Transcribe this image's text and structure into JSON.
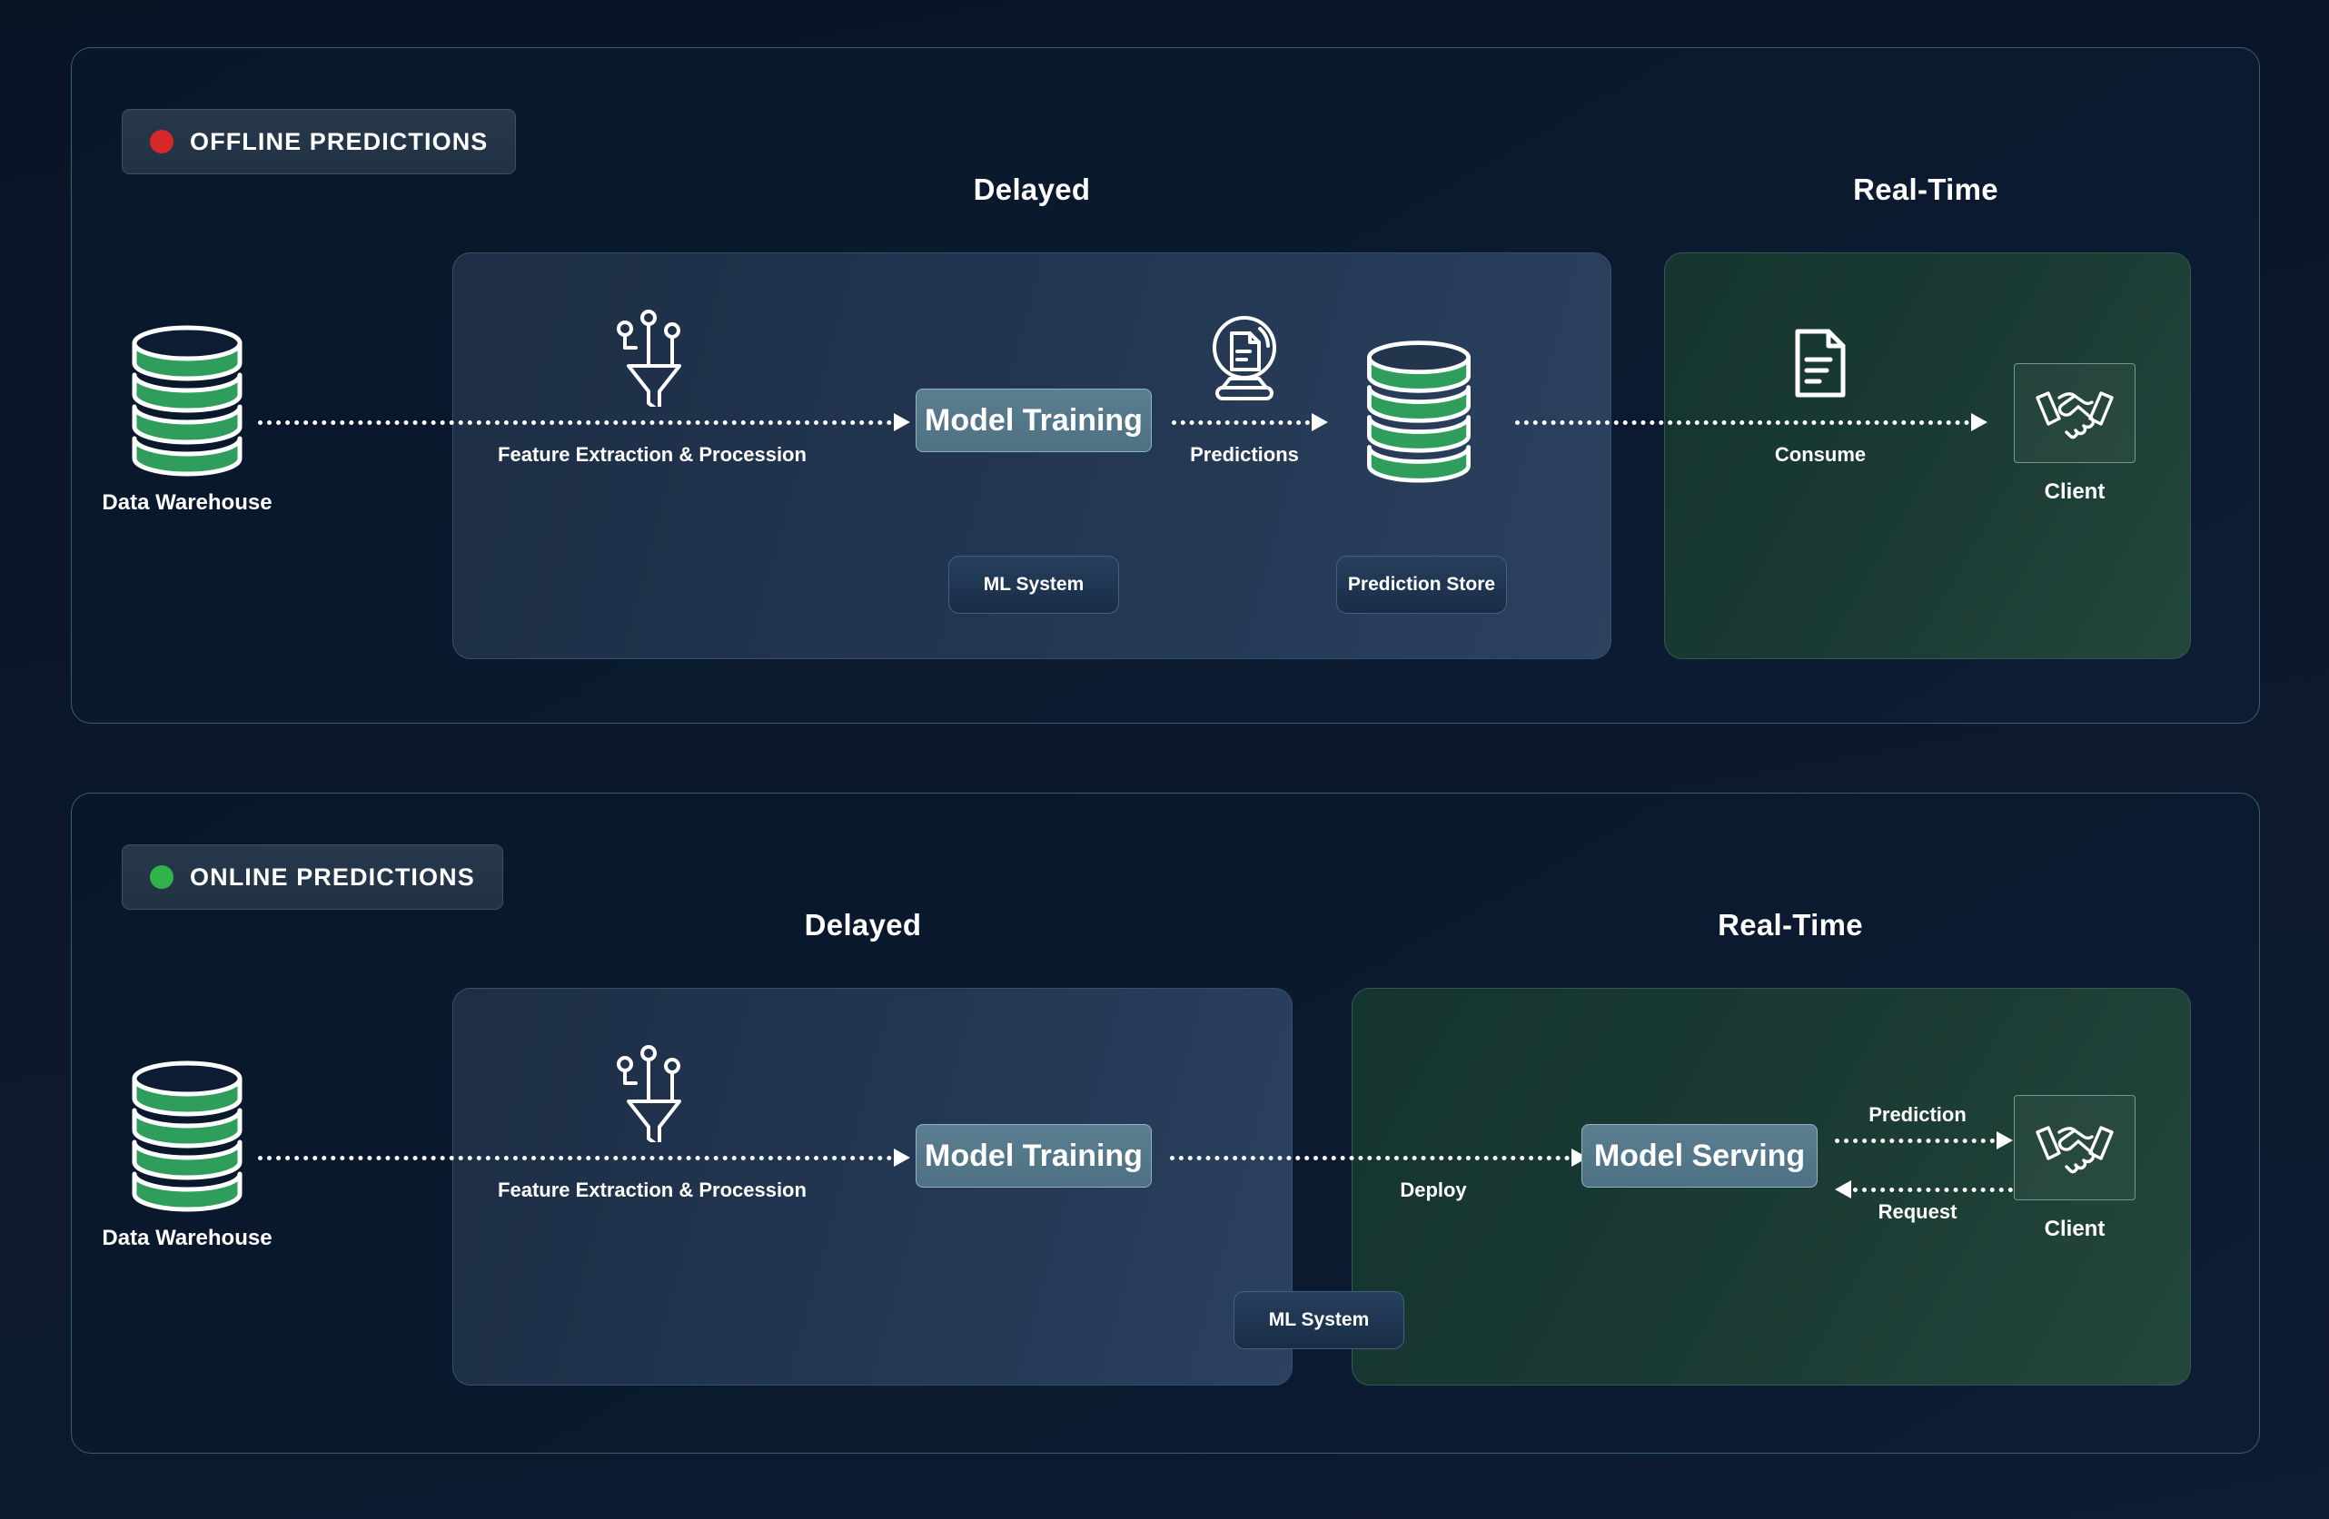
{
  "page": {
    "background_color": "#0a1628",
    "accent_blue": "#2b415e",
    "accent_green": "#24473c",
    "node_fill": "#5b7f90",
    "db_green": "#2f9e5c"
  },
  "sections": [
    {
      "id": "offline",
      "badge": {
        "label": "OFFLINE PREDICTIONS",
        "dot_color": "#d62828",
        "dot_name": "status-dot-red"
      },
      "headings": {
        "left": "Delayed",
        "right": "Real-Time"
      },
      "source": {
        "label": "Data Warehouse",
        "icon": "database-icon"
      },
      "blue_panel": {
        "funnel_icon": "feature-funnel-icon",
        "edge_label": "Feature Extraction & Procession",
        "node": "Model Training",
        "predictions_icon": "crystal-ball-document-icon",
        "predictions_label": "Predictions",
        "store_icon": "database-icon",
        "pills": [
          "ML System",
          "Prediction Store"
        ]
      },
      "green_panel": {
        "consume_icon": "document-icon",
        "edge_label": "Consume",
        "client_icon": "handshake-icon",
        "client_label": "Client"
      }
    },
    {
      "id": "online",
      "badge": {
        "label": "ONLINE PREDICTIONS",
        "dot_color": "#2fb34a",
        "dot_name": "status-dot-green"
      },
      "headings": {
        "left": "Delayed",
        "right": "Real-Time"
      },
      "source": {
        "label": "Data Warehouse",
        "icon": "database-icon"
      },
      "blue_panel": {
        "funnel_icon": "feature-funnel-icon",
        "edge_label": "Feature Extraction & Procession",
        "node": "Model Training"
      },
      "green_panel": {
        "deploy_label": "Deploy",
        "node": "Model Serving",
        "prediction_label": "Prediction",
        "request_label": "Request",
        "client_icon": "handshake-icon",
        "client_label": "Client"
      },
      "pill": "ML System"
    }
  ]
}
